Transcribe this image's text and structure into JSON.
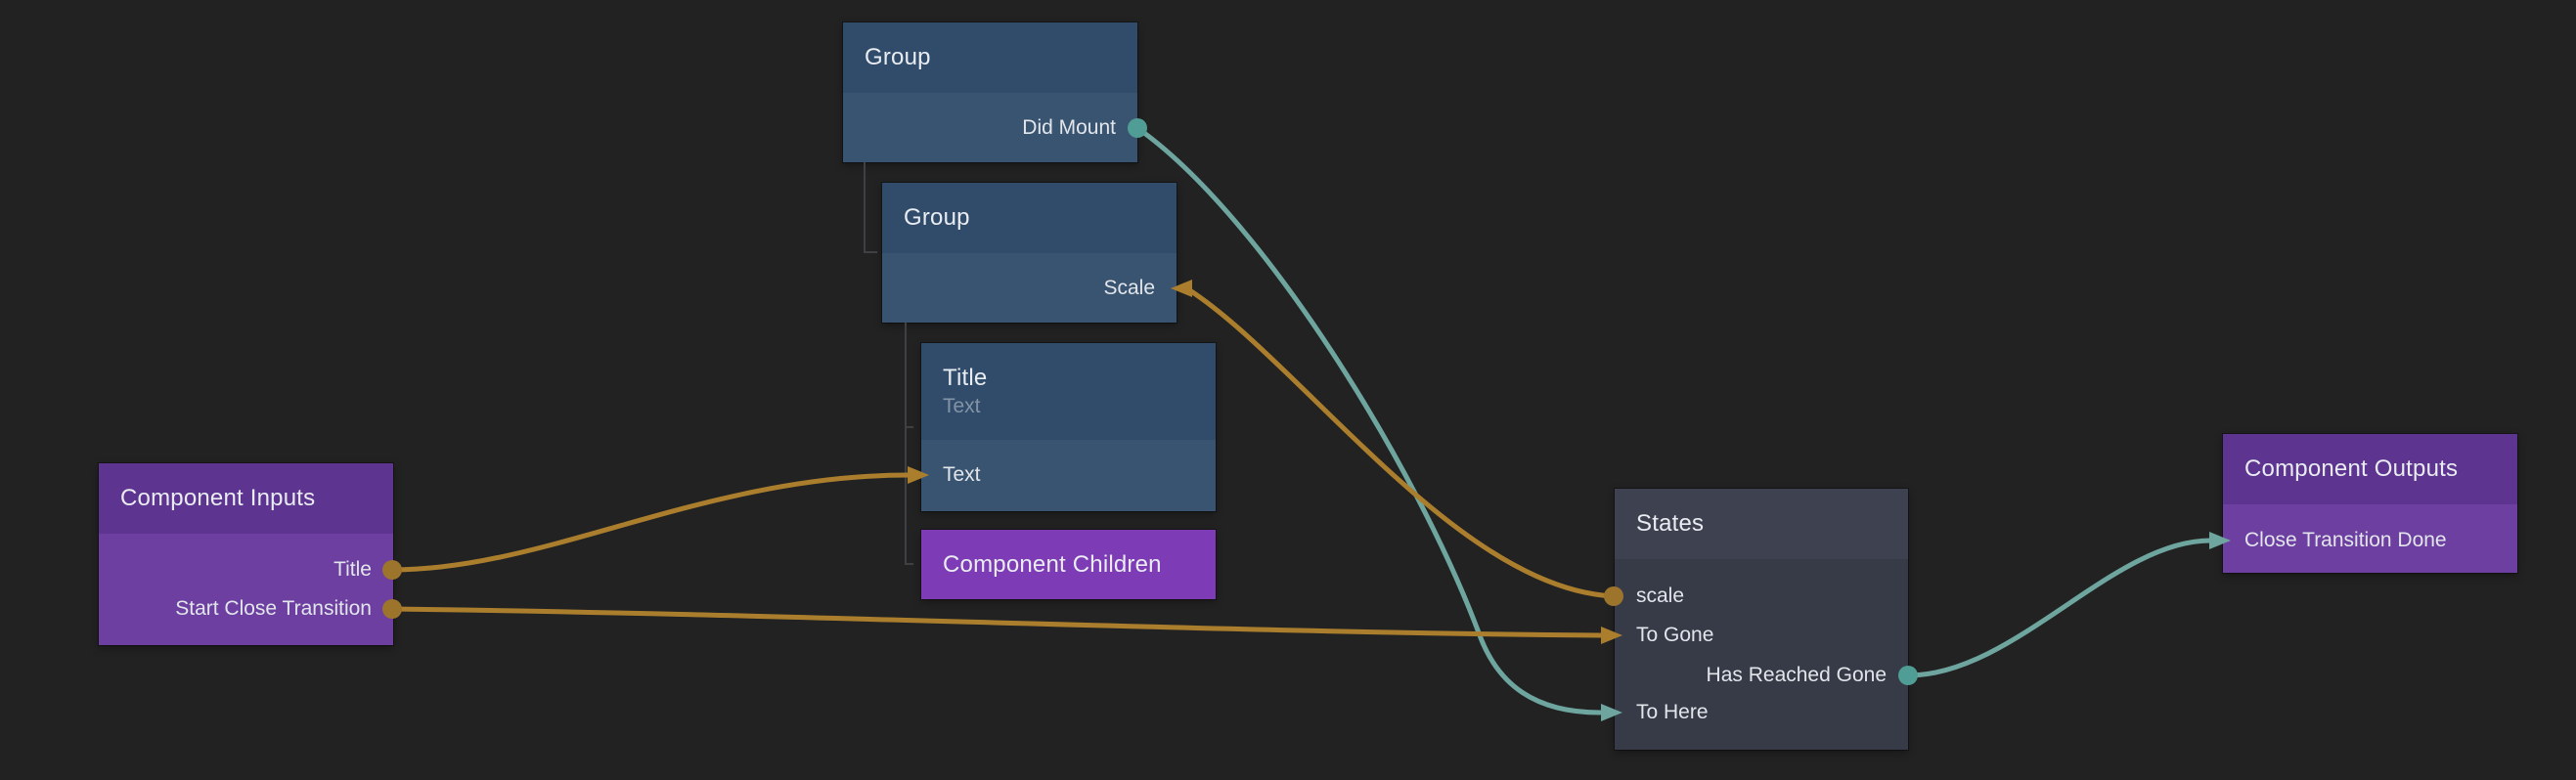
{
  "canvas": {
    "background": "#222222"
  },
  "colors": {
    "wire_orange": "#ab7e2e",
    "wire_teal": "#6ea69f",
    "port_orange": "#9d742c",
    "port_teal": "#4f9d95",
    "node_blue_header": "#304c6a",
    "node_blue_body": "#395470",
    "node_purple_header": "#5d3490",
    "node_purple_body": "#6c3fa0",
    "node_purple_bright": "#7d3cb5",
    "node_gray_header": "#3e4250",
    "node_gray_body": "#373b47",
    "hierarchy_line": "#3f3f44",
    "subtitle_text": "#8394a6"
  },
  "nodes": {
    "group1": {
      "title": "Group",
      "ports": {
        "did_mount": {
          "label": "Did Mount",
          "kind": "output"
        }
      }
    },
    "group2": {
      "title": "Group",
      "ports": {
        "scale": {
          "label": "Scale",
          "kind": "input"
        }
      }
    },
    "title_text": {
      "title": "Title",
      "subtitle": "Text",
      "ports": {
        "text": {
          "label": "Text",
          "kind": "input"
        }
      }
    },
    "component_children": {
      "title": "Component Children"
    },
    "component_inputs": {
      "title": "Component Inputs",
      "ports": {
        "title": {
          "label": "Title",
          "kind": "output"
        },
        "start_close_transition": {
          "label": "Start Close Transition",
          "kind": "output"
        }
      }
    },
    "states": {
      "title": "States",
      "ports": {
        "scale": {
          "label": "scale",
          "kind": "output"
        },
        "to_gone": {
          "label": "To Gone",
          "kind": "input"
        },
        "has_reached_gone": {
          "label": "Has Reached Gone",
          "kind": "output"
        },
        "to_here": {
          "label": "To Here",
          "kind": "input"
        }
      }
    },
    "component_outputs": {
      "title": "Component Outputs",
      "ports": {
        "close_transition_done": {
          "label": "Close Transition Done",
          "kind": "input"
        }
      }
    }
  },
  "connections": [
    {
      "from": "Group.Did Mount",
      "to": "States.To Here",
      "color": "teal"
    },
    {
      "from": "States.scale",
      "to": "Group.Scale",
      "color": "orange"
    },
    {
      "from": "Component Inputs.Title",
      "to": "Title.Text",
      "color": "orange"
    },
    {
      "from": "Component Inputs.Start Close Transition",
      "to": "States.To Gone",
      "color": "orange"
    },
    {
      "from": "States.Has Reached Gone",
      "to": "Component Outputs.Close Transition Done",
      "color": "teal"
    }
  ]
}
